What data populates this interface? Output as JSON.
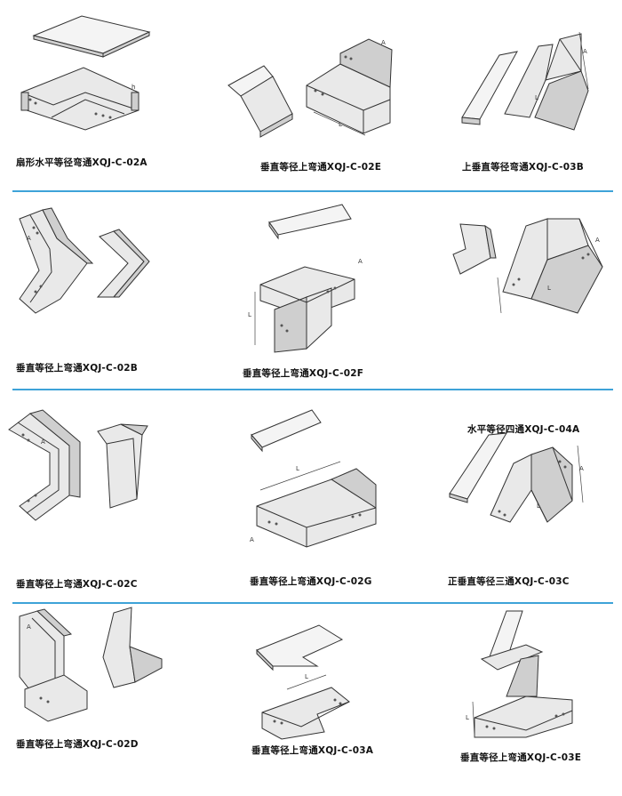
{
  "colors": {
    "divider": "#3ea3d8",
    "line": "#333333",
    "face_light": "#e9e9e9",
    "face_dark": "#cfcfcf"
  },
  "items": [
    {
      "caption": "扇形水平等径弯通XQJ-C-02A"
    },
    {
      "caption": "垂直等径上弯通XQJ-C-02E"
    },
    {
      "caption": "上垂直等径弯通XQJ-C-03B"
    },
    {
      "caption": "垂直等径上弯通XQJ-C-02B"
    },
    {
      "caption": "垂直等径上弯通XQJ-C-02F"
    },
    {
      "caption": "垂直等径上弯通XQJ-C-02C"
    },
    {
      "caption": "垂直等径上弯通XQJ-C-02G"
    },
    {
      "caption": "水平等径四通XQJ-C-04A"
    },
    {
      "caption": "正垂直等径三通XQJ-C-03C"
    },
    {
      "caption": "垂直等径上弯通XQJ-C-02D"
    },
    {
      "caption": "垂直等径上弯通XQJ-C-03A"
    },
    {
      "caption": "垂直等径上弯通XQJ-C-03E"
    }
  ],
  "dimension_labels": {
    "a": "A",
    "l": "L",
    "h": "h"
  }
}
